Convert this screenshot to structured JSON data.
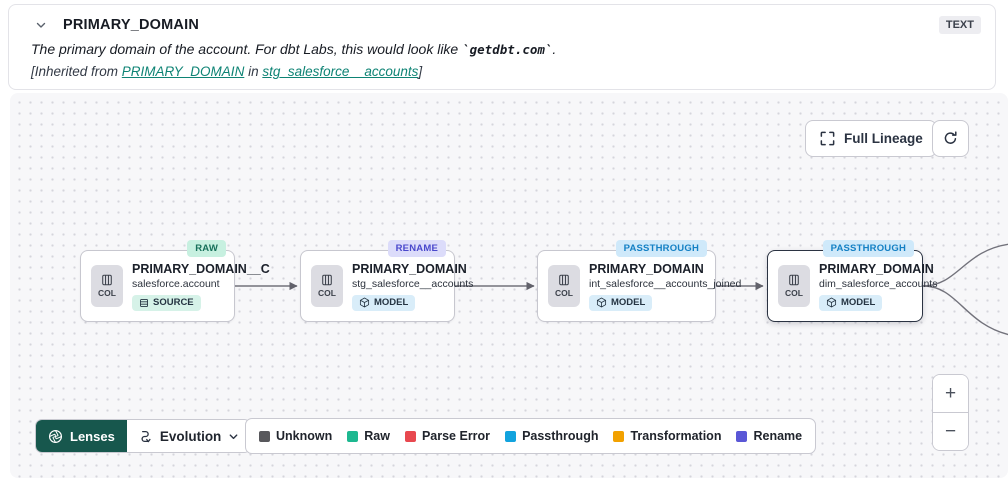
{
  "header": {
    "title": "PRIMARY_DOMAIN",
    "type_badge": "TEXT",
    "description": {
      "prefix": "The primary domain of the account. For dbt Labs, this would look like ",
      "code": "`getdbt.com`",
      "suffix": "."
    },
    "inherited": {
      "prefix": "[Inherited from ",
      "column_link": "PRIMARY_DOMAIN",
      "middle": " in ",
      "model_link": "stg_salesforce__accounts",
      "suffix": "]"
    }
  },
  "canvas": {
    "full_lineage_label": "Full Lineage",
    "nodes": [
      {
        "badge": "RAW",
        "title": "PRIMARY_DOMAIN__C",
        "subtitle": "salesforce.account",
        "resource_label": "SOURCE",
        "col_label": "COL"
      },
      {
        "badge": "RENAME",
        "title": "PRIMARY_DOMAIN",
        "subtitle": "stg_salesforce__accounts",
        "resource_label": "MODEL",
        "col_label": "COL"
      },
      {
        "badge": "PASSTHROUGH",
        "title": "PRIMARY_DOMAIN",
        "subtitle": "int_salesforce__accounts_joined",
        "resource_label": "MODEL",
        "col_label": "COL"
      },
      {
        "badge": "PASSTHROUGH",
        "title": "PRIMARY_DOMAIN",
        "subtitle": "dim_salesforce_accounts",
        "resource_label": "MODEL",
        "col_label": "COL"
      }
    ],
    "zoom_in_label": "+",
    "zoom_out_label": "−"
  },
  "toolbar": {
    "lenses_label": "Lenses",
    "lens_value": "Evolution"
  },
  "legend": {
    "items": [
      {
        "label": "Unknown",
        "color": "#58585c"
      },
      {
        "label": "Raw",
        "color": "#1db890"
      },
      {
        "label": "Parse Error",
        "color": "#e8484f"
      },
      {
        "label": "Passthrough",
        "color": "#12a3de"
      },
      {
        "label": "Transformation",
        "color": "#f2a100"
      },
      {
        "label": "Rename",
        "color": "#5a57d6"
      }
    ]
  },
  "colors": {
    "link_teal": "#0e8374",
    "lenses_bg": "#17574d",
    "badge_raw_bg": "#c7f0e0",
    "badge_rename_bg": "#dcdcfa",
    "badge_passthrough_bg": "#cfe9fa",
    "canvas_bg": "#f7f7f9"
  }
}
